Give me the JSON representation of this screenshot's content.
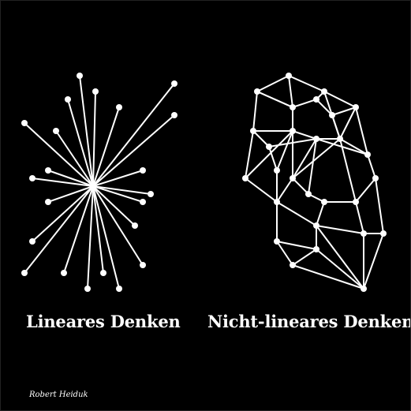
{
  "labels": {
    "linear": "Lineares Denken",
    "nonlinear": "Nicht-lineares Denken"
  },
  "author": "Robert Heiduk",
  "colors": {
    "background": "#000000",
    "foreground": "#ffffff"
  }
}
